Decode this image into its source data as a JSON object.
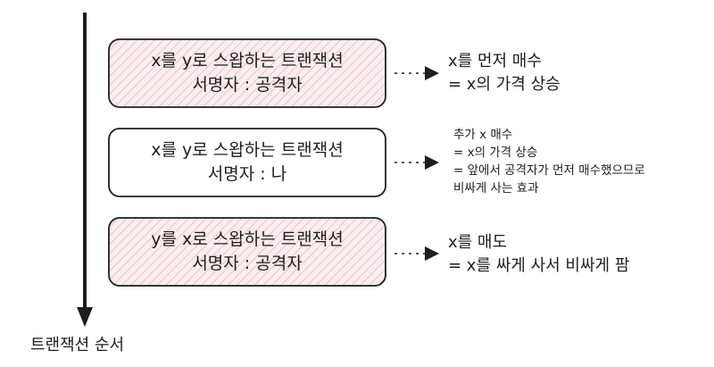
{
  "axis_label": "트랜잭션 순서",
  "colors": {
    "stroke": "#1e1e1e",
    "hatch": "#e8b4b4",
    "attacker_fill": "#fbeeee"
  },
  "transactions": [
    {
      "line1": "x를 y로 스왑하는 트랜잭션",
      "line2": "서명자 : 공격자",
      "attacker": true,
      "note": [
        "x를 먼저 매수",
        "= x의 가격 상승"
      ]
    },
    {
      "line1": "x를 y로 스왑하는 트랜잭션",
      "line2": "서명자 : 나",
      "attacker": false,
      "note": [
        "추가 x 매수",
        "= x의 가격 상승",
        "= 앞에서 공격자가 먼저 매수했으므로",
        "비싸게 사는 효과"
      ]
    },
    {
      "line1": "y를 x로 스왑하는 트랜잭션",
      "line2": "서명자 : 공격자",
      "attacker": true,
      "note": [
        "x를 매도",
        "= x를 싸게 사서 비싸게 팜"
      ]
    }
  ]
}
